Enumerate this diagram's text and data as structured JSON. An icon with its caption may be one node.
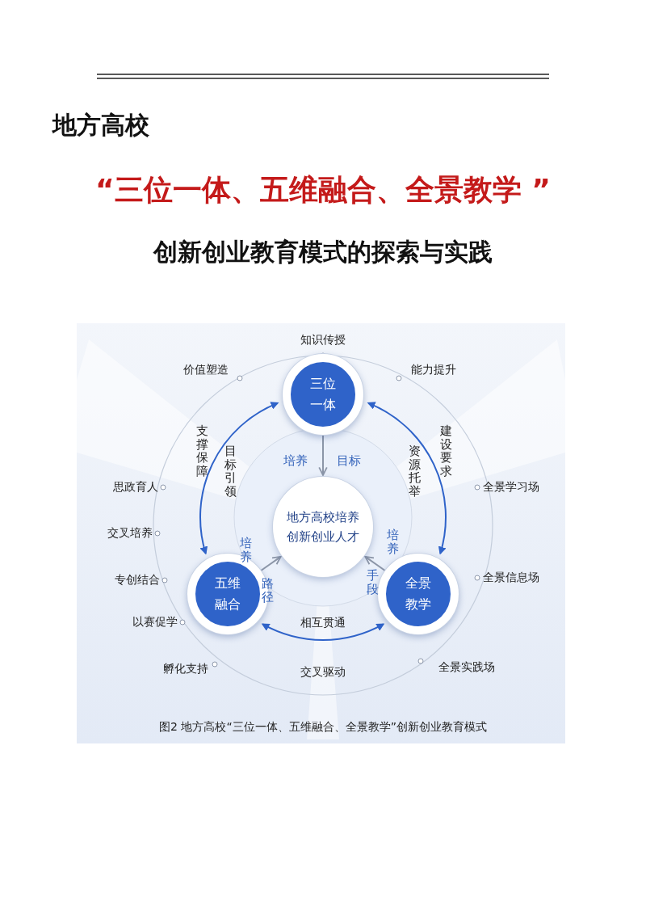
{
  "diagram": {
    "caption": "图2 地方高校“三位一体、五维融合、全景教学”创新创业教育模式",
    "nodes": [
      {
        "text": [
          "地方高校培养创新创业人才"
        ]
      },
      {
        "text": [
          "三位一体"
        ]
      },
      {
        "text": [
          "五维融合"
        ]
      },
      {
        "text": [
          "全景教学"
        ]
      }
    ],
    "edges": [
      {
        "from": 1,
        "to": 0,
        "arrow": "to"
      },
      {
        "from": 2,
        "to": 0,
        "arrow": "to"
      },
      {
        "from": 3,
        "to": 0,
        "arrow": "to"
      },
      {
        "from": 1,
        "to": 2,
        "arrow": "both",
        "color": "#2f63c9"
      },
      {
        "from": 1,
        "to": 3,
        "arrow": "both",
        "color": "#2f63c9"
      },
      {
        "from": 2,
        "to": 3,
        "arrow": "both",
        "color": "#2f63c9"
      }
    ],
    "labels": [
      "地方高校",
      "“三位一体、五维融合、全景教学 ”",
      "创新创业教育模式的探索与实践",
      "知识传授",
      "价值塑造",
      "能力提升",
      "支撑保障",
      "目标引领",
      "资源托举",
      "建设要求",
      "培养",
      "目标",
      "思政育人",
      "全景学习场",
      "交叉培养",
      "培养",
      "培养",
      "专创结合",
      "全景信息场",
      "路径",
      "手段",
      "以赛促学",
      "相互贯通",
      "孵化支持",
      "交叉驱动",
      "全景实践场"
    ]
  }
}
